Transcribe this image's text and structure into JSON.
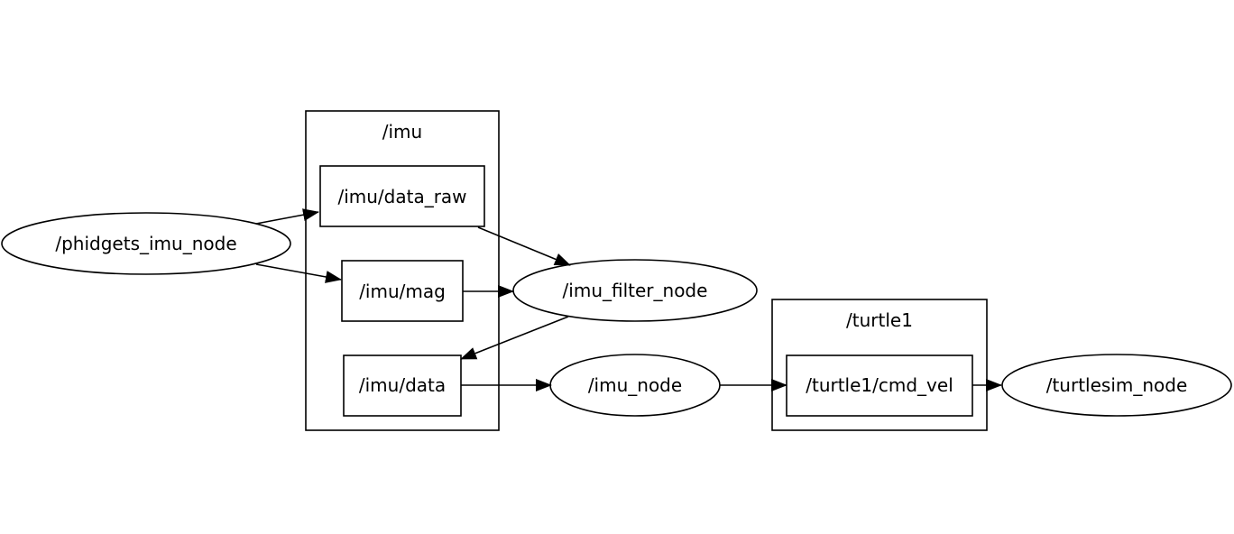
{
  "clusters": {
    "imu": {
      "label": "/imu"
    },
    "turtle1": {
      "label": "/turtle1"
    }
  },
  "nodes": {
    "phidgets_imu_node": {
      "label": "/phidgets_imu_node",
      "shape": "ellipse"
    },
    "imu_filter_node": {
      "label": "/imu_filter_node",
      "shape": "ellipse"
    },
    "imu_node": {
      "label": "/imu_node",
      "shape": "ellipse"
    },
    "turtlesim_node": {
      "label": "/turtlesim_node",
      "shape": "ellipse"
    }
  },
  "topics": {
    "imu_data_raw": {
      "label": "/imu/data_raw",
      "shape": "box"
    },
    "imu_mag": {
      "label": "/imu/mag",
      "shape": "box"
    },
    "imu_data": {
      "label": "/imu/data",
      "shape": "box"
    },
    "turtle1_cmd_vel": {
      "label": "/turtle1/cmd_vel",
      "shape": "box"
    }
  },
  "edges": [
    {
      "from": "/phidgets_imu_node",
      "to": "/imu/data_raw"
    },
    {
      "from": "/phidgets_imu_node",
      "to": "/imu/mag"
    },
    {
      "from": "/imu/data_raw",
      "to": "/imu_filter_node"
    },
    {
      "from": "/imu/mag",
      "to": "/imu_filter_node"
    },
    {
      "from": "/imu_filter_node",
      "to": "/imu/data"
    },
    {
      "from": "/imu/data",
      "to": "/imu_node"
    },
    {
      "from": "/imu_node",
      "to": "/turtle1/cmd_vel"
    },
    {
      "from": "/turtle1/cmd_vel",
      "to": "/turtlesim_node"
    }
  ]
}
